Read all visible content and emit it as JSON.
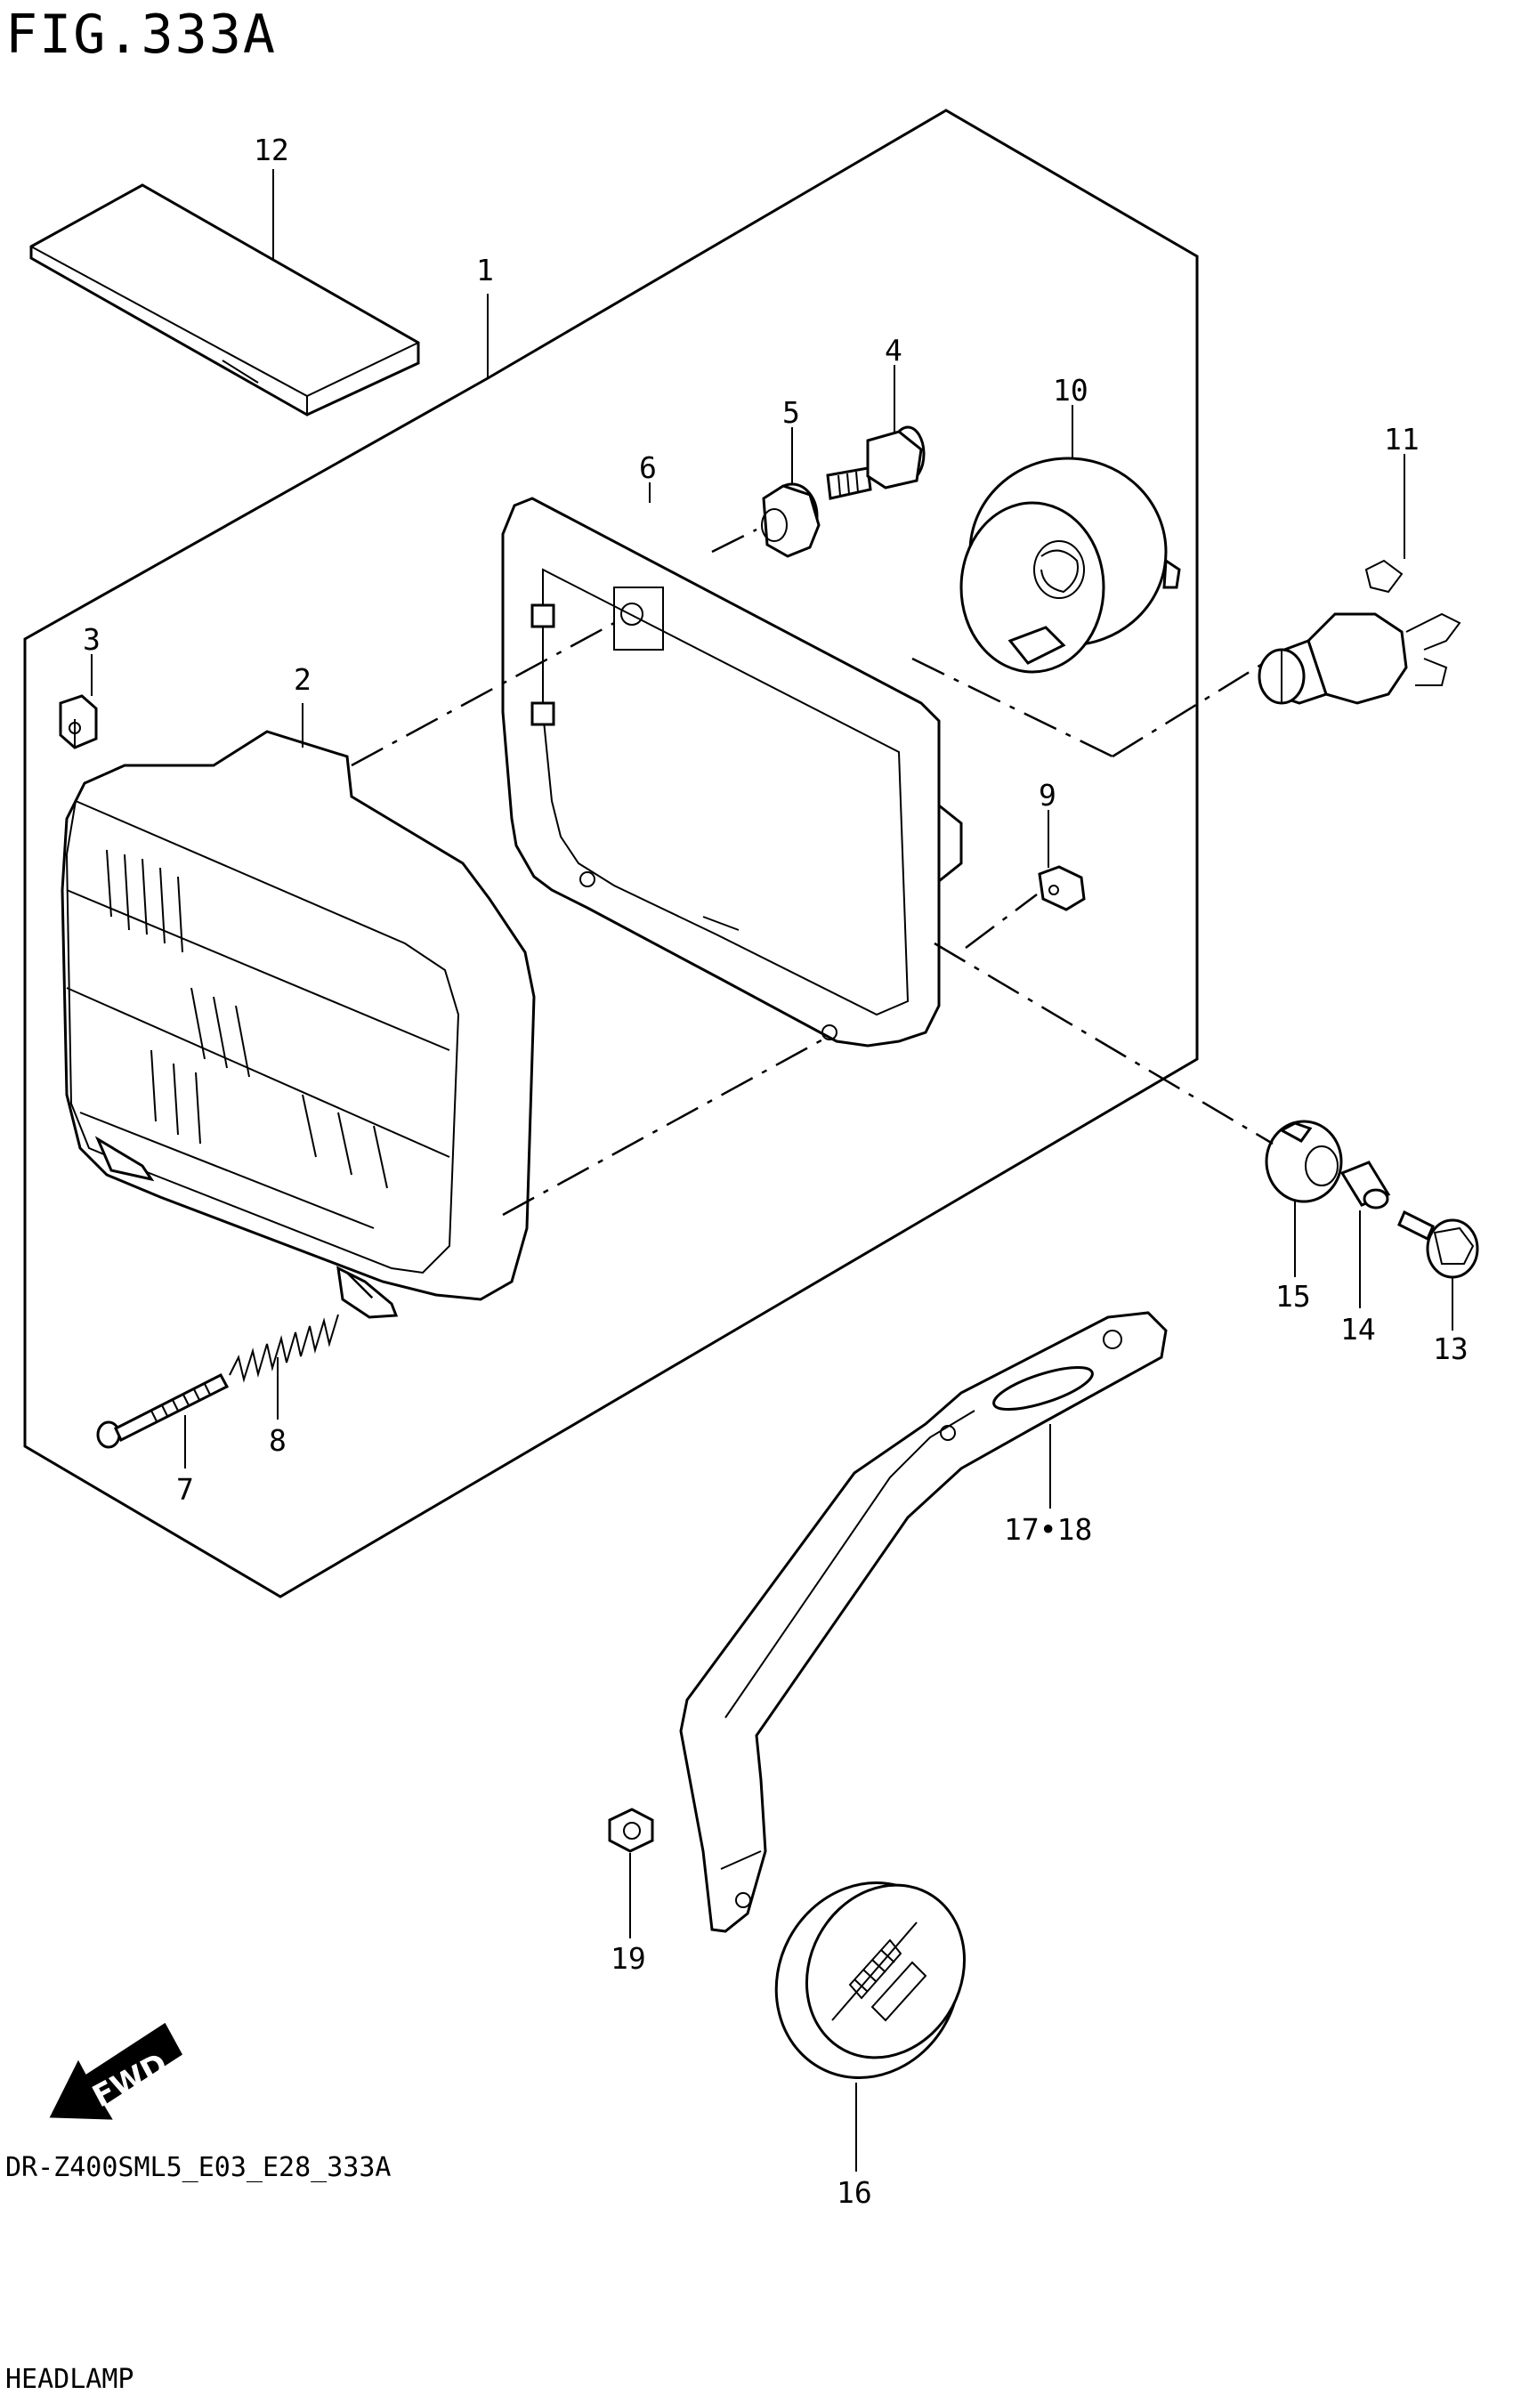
{
  "figure": {
    "title": "FIG.333A",
    "code": "DR-Z400SML5_E03_E28_333A",
    "name": "HEADLAMP"
  },
  "direction_badge": "FWD",
  "callouts": {
    "c1": "1",
    "c2": "2",
    "c3": "3",
    "c4": "4",
    "c5": "5",
    "c6": "6",
    "c7": "7",
    "c8": "8",
    "c9": "9",
    "c10": "10",
    "c11": "11",
    "c12": "12",
    "c13": "13",
    "c14": "14",
    "c15": "15",
    "c16": "16",
    "c17_18": "17•18",
    "c19": "19"
  },
  "parts": [
    {
      "ref": "1",
      "icon": "headlamp-assembly-icon"
    },
    {
      "ref": "2",
      "icon": "headlamp-unit-icon"
    },
    {
      "ref": "3",
      "icon": "clip-nut-icon"
    },
    {
      "ref": "4",
      "icon": "bolt-icon"
    },
    {
      "ref": "5",
      "icon": "grommet-icon"
    },
    {
      "ref": "6",
      "icon": "rim-frame-icon"
    },
    {
      "ref": "7",
      "icon": "adjusting-screw-icon"
    },
    {
      "ref": "8",
      "icon": "spring-icon"
    },
    {
      "ref": "9",
      "icon": "clip-nut-icon"
    },
    {
      "ref": "10",
      "icon": "socket-cover-icon"
    },
    {
      "ref": "11",
      "icon": "bulb-icon"
    },
    {
      "ref": "12",
      "icon": "label-icon"
    },
    {
      "ref": "13",
      "icon": "bolt-icon"
    },
    {
      "ref": "14",
      "icon": "collar-icon"
    },
    {
      "ref": "15",
      "icon": "cushion-icon"
    },
    {
      "ref": "16",
      "icon": "reflector-icon"
    },
    {
      "ref": "17•18",
      "icon": "bracket-icon"
    },
    {
      "ref": "19",
      "icon": "nut-icon"
    }
  ]
}
